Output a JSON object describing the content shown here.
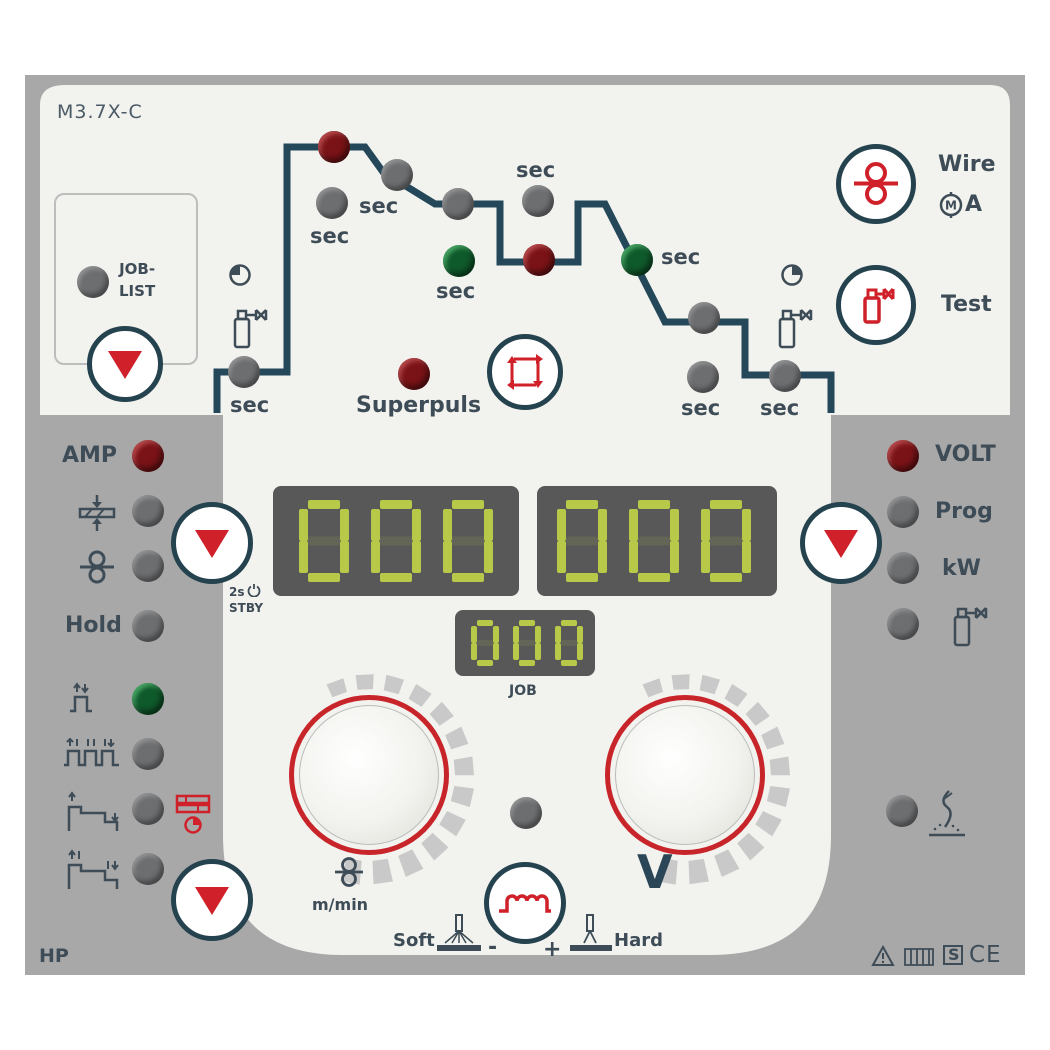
{
  "model": "M3.7X-C",
  "job_list": {
    "line1": "JOB-",
    "line2": "LIST"
  },
  "sec_label": "sec",
  "superpuls_label": "Superpuls",
  "right_top": {
    "wire_label": "Wire",
    "ma_label": "A",
    "test_label": "Test"
  },
  "left_column": {
    "amp_label": "AMP",
    "hold_label": "Hold",
    "standby_label": "2s",
    "standby_sub": "STBY"
  },
  "right_column": {
    "volt_label": "VOLT",
    "prog_label": "Prog",
    "kw_label": "kW"
  },
  "displays": {
    "left_value": "000",
    "right_value": "000",
    "job_value": "000",
    "job_label": "JOB"
  },
  "knobs": {
    "left_unit": "m/min",
    "right_unit": "V"
  },
  "dynamics": {
    "soft_label": "Soft",
    "hard_label": "Hard",
    "minus": "-",
    "plus": "+"
  },
  "footer": {
    "hp_label": "HP",
    "ce_label": "CE",
    "s_label": "S"
  },
  "colors": {
    "led_red": "#7a1317",
    "led_green": "#0f5a2b",
    "led_off": "#6d6e70",
    "button_ring": "#25424f",
    "arrow_red": "#d0202a",
    "segment": "#b8c94a"
  },
  "leds": {
    "amp": "red",
    "thickness": "off",
    "wire_speed": "off",
    "hold": "off",
    "two_step": "green",
    "four_step": "off",
    "special_two_step": "off",
    "special_four_step": "off",
    "volt": "red",
    "prog": "off",
    "kw": "off",
    "gas": "off",
    "wire_insert": "off",
    "center": "off",
    "superpuls": "red"
  }
}
